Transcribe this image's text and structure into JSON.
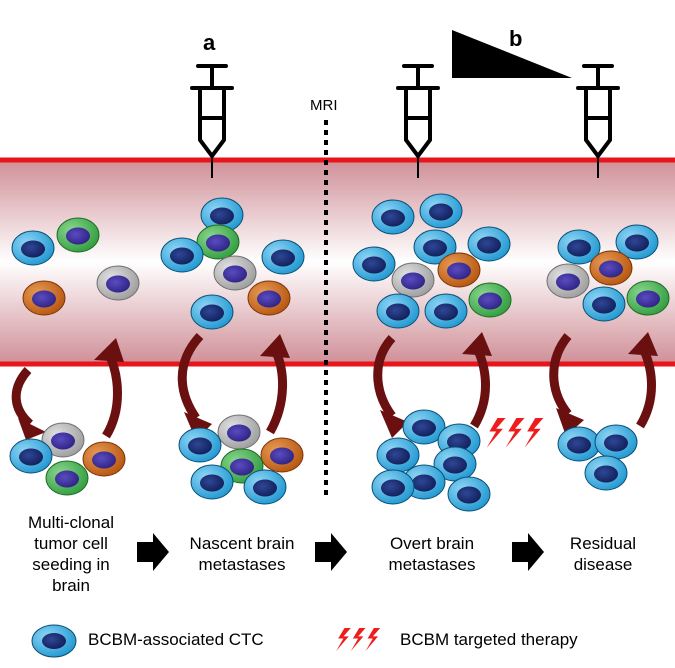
{
  "panel_labels": {
    "a": "a",
    "b": "b"
  },
  "mri_label": "MRI",
  "stages": [
    {
      "label": "Multi-clonal tumor cell seeding in brain",
      "lines": [
        "Multi-clonal",
        "tumor cell",
        "seeding in",
        "brain"
      ]
    },
    {
      "label": "Nascent brain metastases",
      "lines": [
        "Nascent brain",
        "metastases"
      ]
    },
    {
      "label": "Overt brain metastases",
      "lines": [
        "Overt brain",
        "metastases"
      ]
    },
    {
      "label": "Residual disease",
      "lines": [
        "Residual",
        "disease"
      ]
    }
  ],
  "legend": {
    "ctc": "BCBM-associated CTC",
    "therapy": "BCBM targeted therapy"
  },
  "colors": {
    "vessel_border": "#e8151b",
    "vessel_fill_edge": "#cf8f97",
    "arrow": "#6b1010",
    "ctc_outer": "#27a6dc",
    "ctc_nucleus": "#1c2f78",
    "clone_green": "#3dae49",
    "clone_orange": "#c65f13",
    "clone_gray": "#a9a9a9",
    "nucleus_purple": "#3b2d96",
    "lightning": "#ee1c1c"
  }
}
